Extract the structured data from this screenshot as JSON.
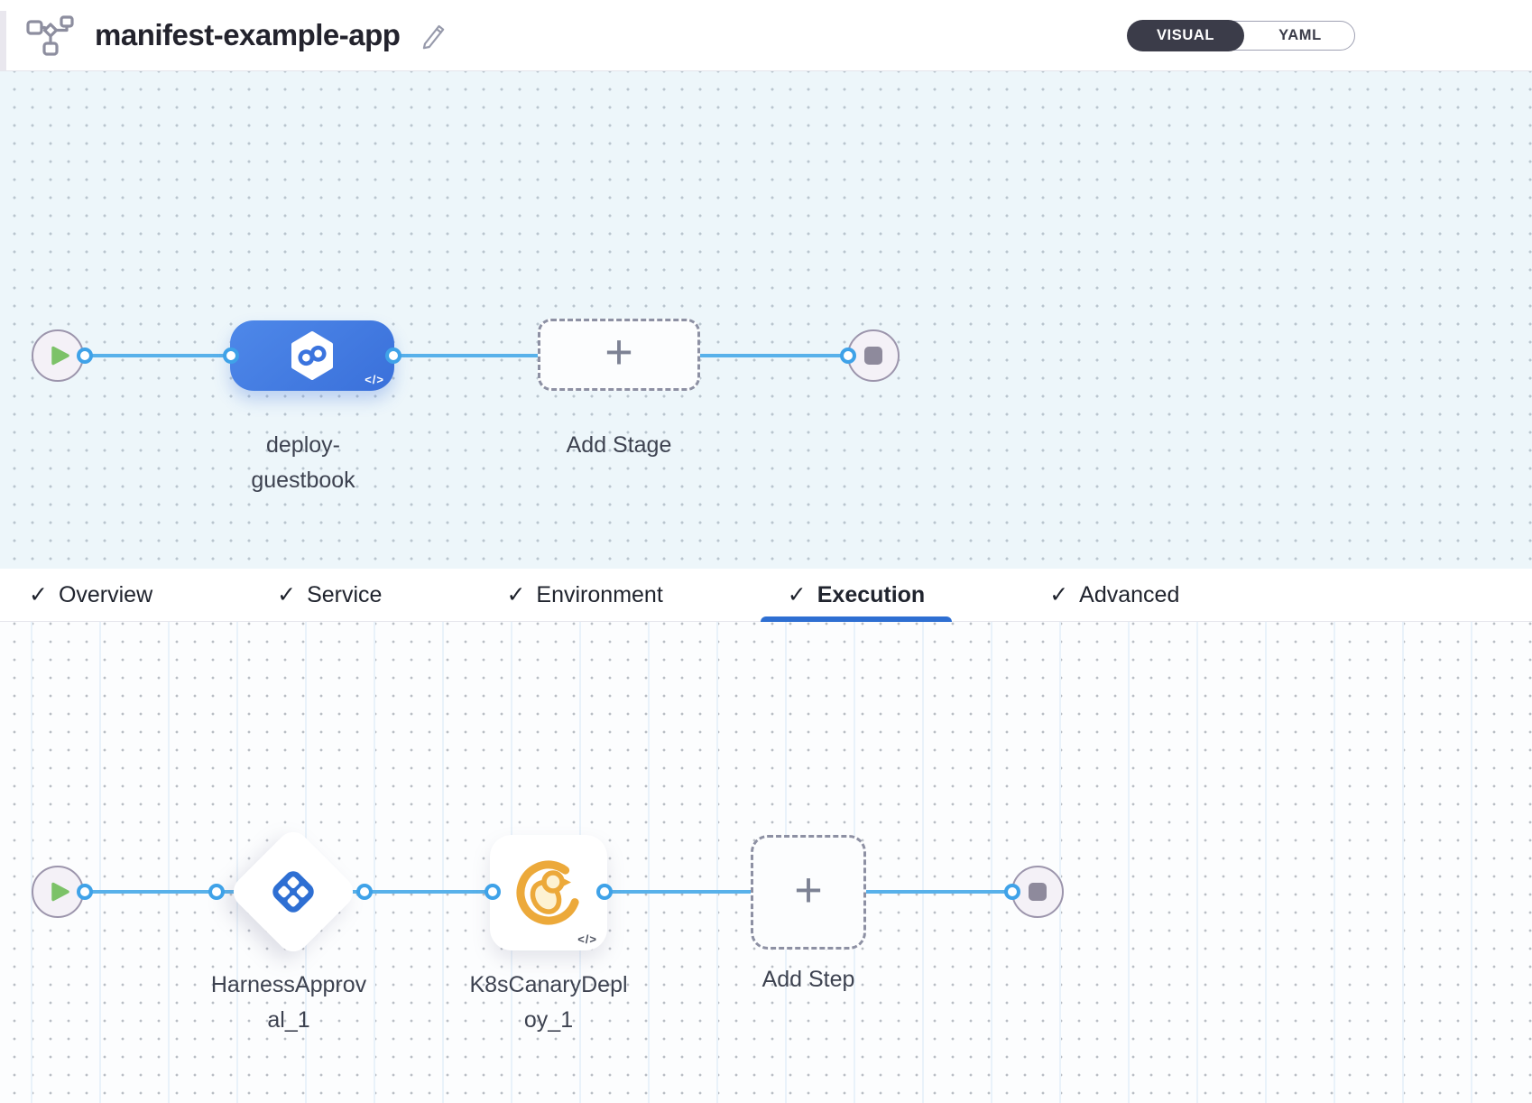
{
  "header": {
    "title": "manifest-example-app",
    "view_toggle": {
      "visual_label": "VISUAL",
      "yaml_label": "YAML",
      "active": "VISUAL"
    }
  },
  "glyphs": {
    "plus": "+",
    "check": "✓",
    "code": "</>"
  },
  "stage_canvas": {
    "stage": {
      "name": "deploy-guestbook",
      "icon": "cd-infinity-icon"
    },
    "add_stage_label": "Add Stage"
  },
  "tabs": {
    "items": [
      {
        "label": "Overview",
        "checked": true
      },
      {
        "label": "Service",
        "checked": true
      },
      {
        "label": "Environment",
        "checked": true
      },
      {
        "label": "Execution",
        "checked": true,
        "active": true
      },
      {
        "label": "Advanced",
        "checked": true
      }
    ],
    "active_tab": "Execution"
  },
  "execution_canvas": {
    "steps": [
      {
        "name": "HarnessApproval_1",
        "icon": "approval-icon"
      },
      {
        "name": "K8sCanaryDeploy_1",
        "icon": "canary-bird-icon"
      }
    ],
    "add_step_label": "Add Step"
  },
  "colors": {
    "stage_blue": "#3f78e0",
    "connector_blue": "#58b1ea",
    "connector_dot_border": "#3fa2e8",
    "active_tab_underline": "#2e6fd2",
    "approval_icon_blue": "#2e6fd3",
    "canary_amber": "#ecaa38",
    "play_green": "#7cc268",
    "canvas_top_bg": "#edf6fa",
    "canvas_bottom_bg": "#fcfdfe",
    "toggle_dark": "#3b3c49"
  }
}
